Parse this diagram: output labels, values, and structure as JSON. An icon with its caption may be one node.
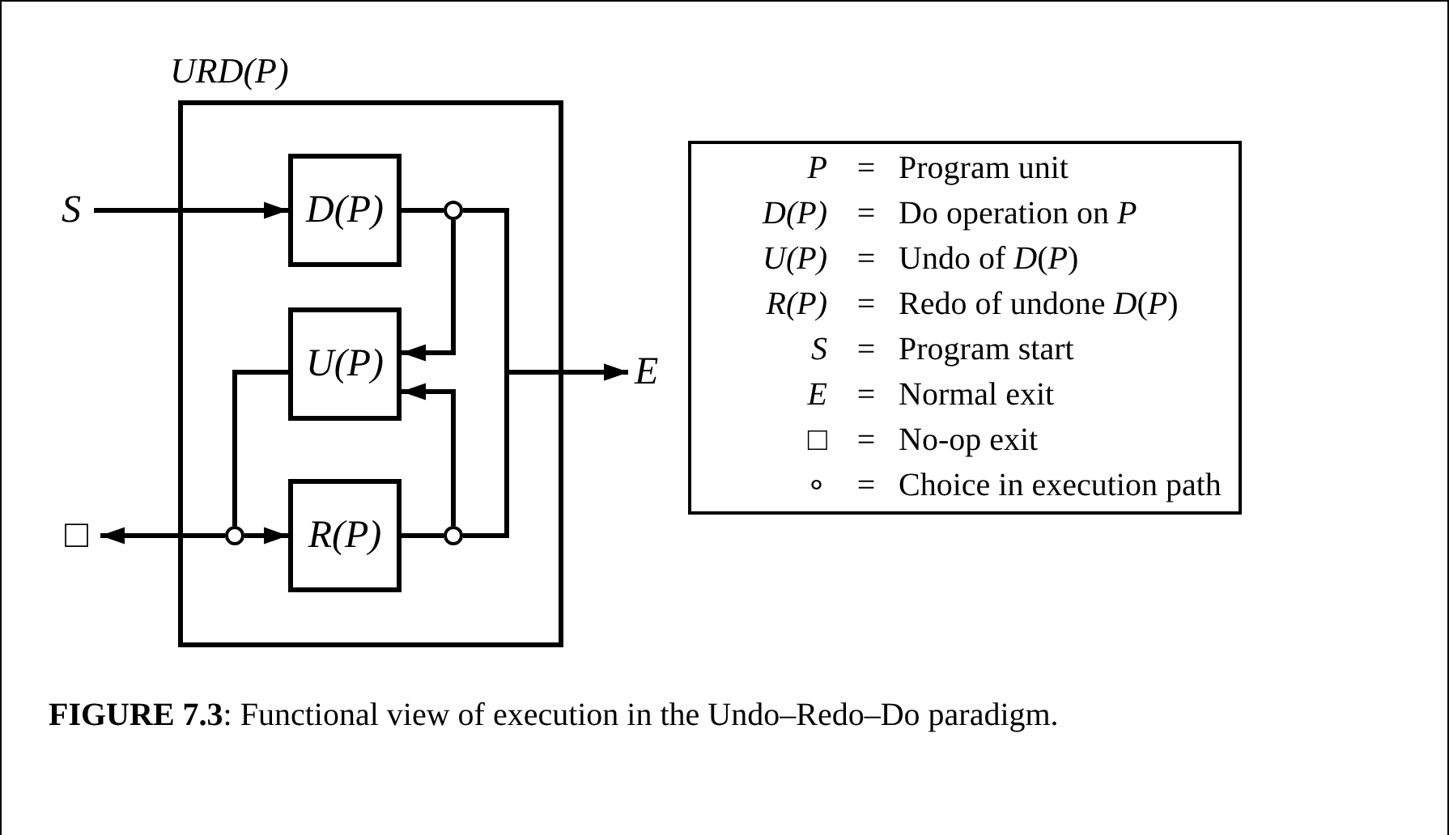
{
  "diagram": {
    "caption": "**FIGURE 7.3**: Functional view of execution in the Undo–Redo–Do paradigm.",
    "nodes": [
      {
        "text": [
          "URD(P)"
        ]
      },
      {
        "text": [
          "S"
        ]
      },
      {
        "text": [
          "D(P)"
        ],
        "in": 0
      },
      {
        "text": [
          "U(P)"
        ],
        "in": 0
      },
      {
        "text": [
          "R(P)"
        ],
        "in": 0
      },
      {
        "text": [
          "E"
        ]
      },
      {
        "text": [
          "□"
        ]
      },
      {
        "text": [],
        "shape": "circle",
        "in": 0
      },
      {
        "text": [],
        "shape": "circle",
        "in": 0
      },
      {
        "text": [],
        "shape": "circle",
        "in": 0
      }
    ],
    "edges": [
      {
        "from": 1,
        "to": 2,
        "arrow": "to"
      },
      {
        "from": 2,
        "to": 7,
        "arrow": "none"
      },
      {
        "from": 7,
        "to": 5,
        "arrow": "to"
      },
      {
        "from": 7,
        "to": 3,
        "arrow": "to"
      },
      {
        "from": 3,
        "to": 8,
        "arrow": "none"
      },
      {
        "from": 8,
        "to": 6,
        "arrow": "to"
      },
      {
        "from": 8,
        "to": 4,
        "arrow": "to"
      },
      {
        "from": 4,
        "to": 9,
        "arrow": "none"
      },
      {
        "from": 9,
        "to": 5,
        "arrow": "to"
      },
      {
        "from": 9,
        "to": 3,
        "arrow": "to"
      }
    ],
    "labels": [
      "P",
      "=",
      "Program unit",
      "D(P)",
      "=",
      "Do operation on *P*",
      "U(P)",
      "=",
      "Undo of *D*(*P*)",
      "R(P)",
      "=",
      "Redo of undone *D*(*P*)",
      "S",
      "=",
      "Program start",
      "E",
      "=",
      "Normal exit",
      "□",
      "=",
      "No-op exit",
      "∘",
      "=",
      "Choice in execution path"
    ]
  }
}
